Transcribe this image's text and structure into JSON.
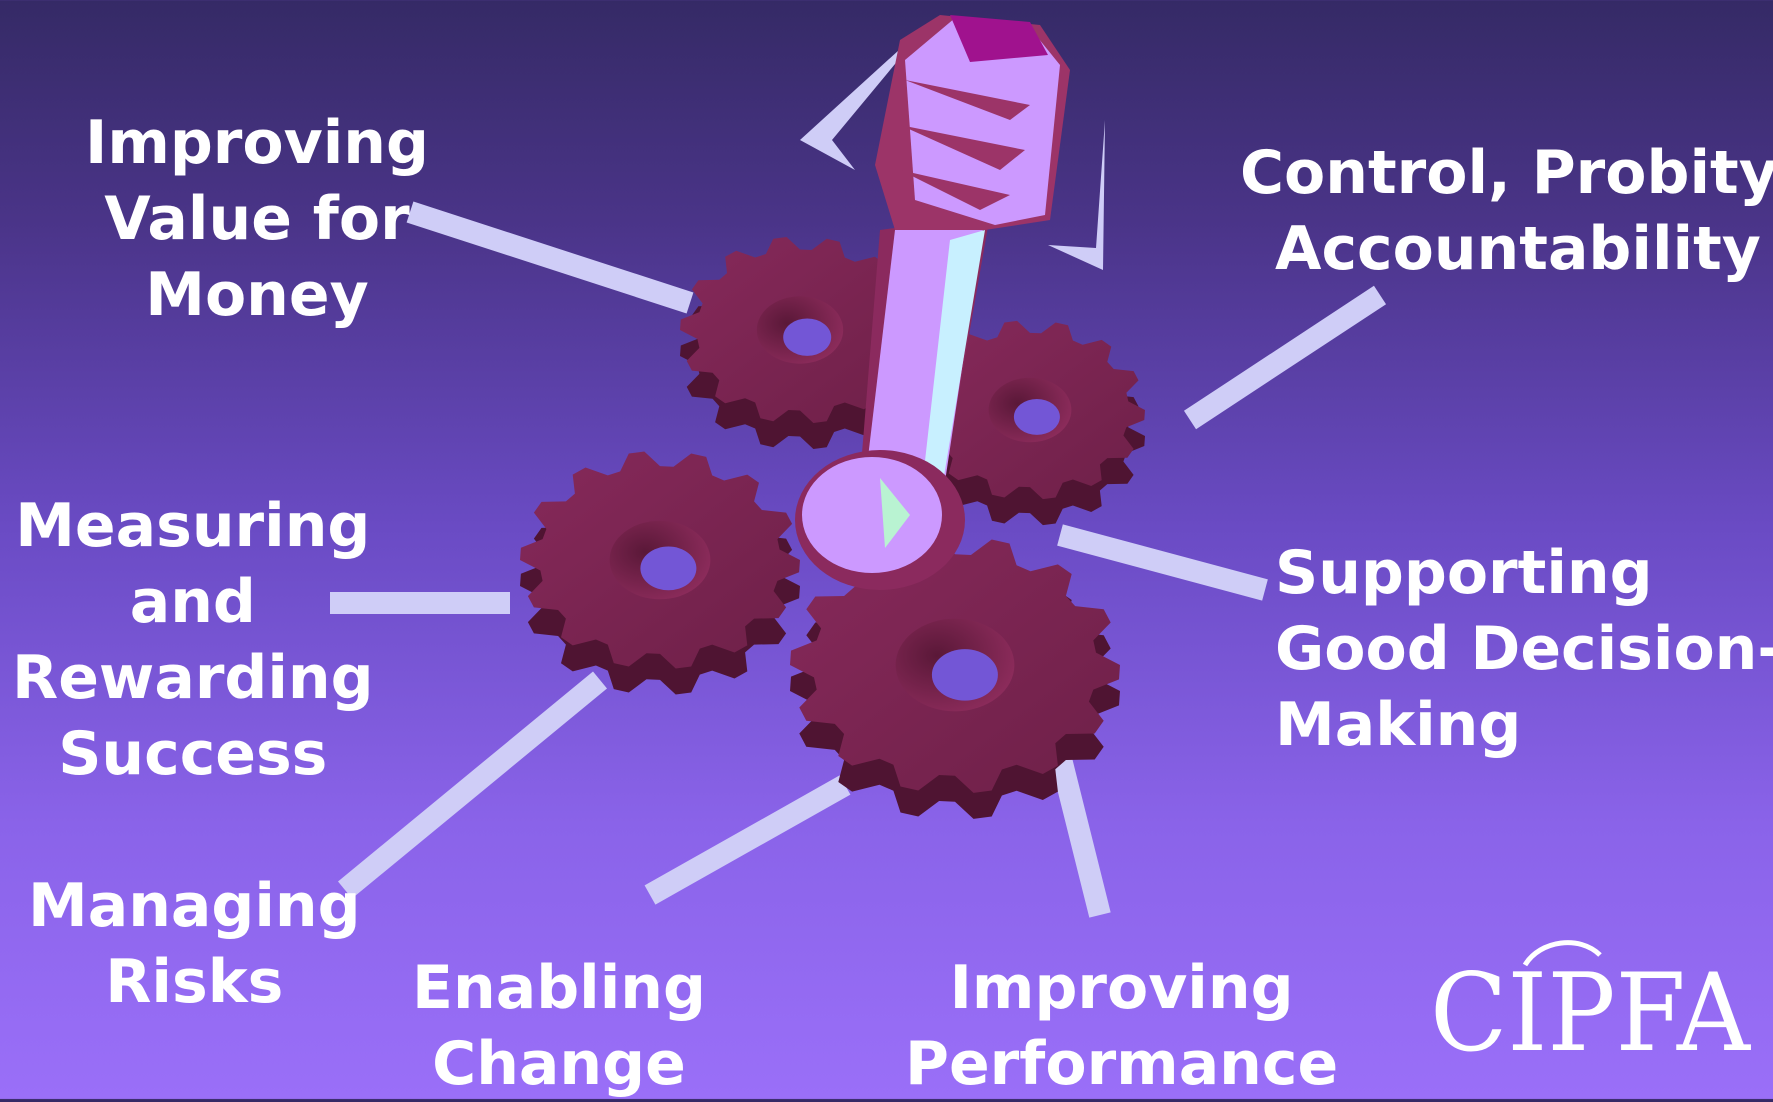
{
  "labels": {
    "value_for_money": [
      "Improving",
      "Value for",
      "Money"
    ],
    "control": [
      "Control, Probity,",
      "Accountability"
    ],
    "measuring": [
      "Measuring",
      "and",
      "Rewarding",
      "Success"
    ],
    "supporting": [
      "Supporting",
      "Good Decision-",
      "Making"
    ],
    "risks": [
      "Managing",
      "Risks"
    ],
    "change": [
      "Enabling",
      "Change"
    ],
    "performance": [
      "Improving",
      "Performance"
    ]
  },
  "logo": {
    "text": "CIPFA"
  },
  "icons": [
    "spanner-icon",
    "gear-icon"
  ],
  "colors": {
    "background_top": "#352a66",
    "background_bottom": "#9a6ff8",
    "connector": "#cfcdf7",
    "gear": "#7b2450",
    "spanner": "#cc99ff",
    "spanner_shadow": "#8b2a5e",
    "text": "#ffffff"
  }
}
